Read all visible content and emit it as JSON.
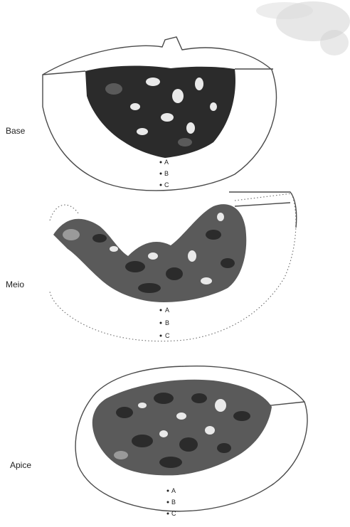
{
  "sections": [
    {
      "id": "base",
      "label": "Base",
      "points": [
        "A",
        "B",
        "C"
      ]
    },
    {
      "id": "meio",
      "label": "Meio",
      "points": [
        "A",
        "B",
        "C"
      ]
    },
    {
      "id": "apice",
      "label": "Apice",
      "points": [
        "A",
        "B",
        "C"
      ]
    }
  ],
  "colors": {
    "background": "#ffffff",
    "outline": "#4a4a4a",
    "tissue_dark": "#2b2b2b",
    "tissue_mid": "#5a5a5a",
    "noise": "#b8b8b8"
  }
}
